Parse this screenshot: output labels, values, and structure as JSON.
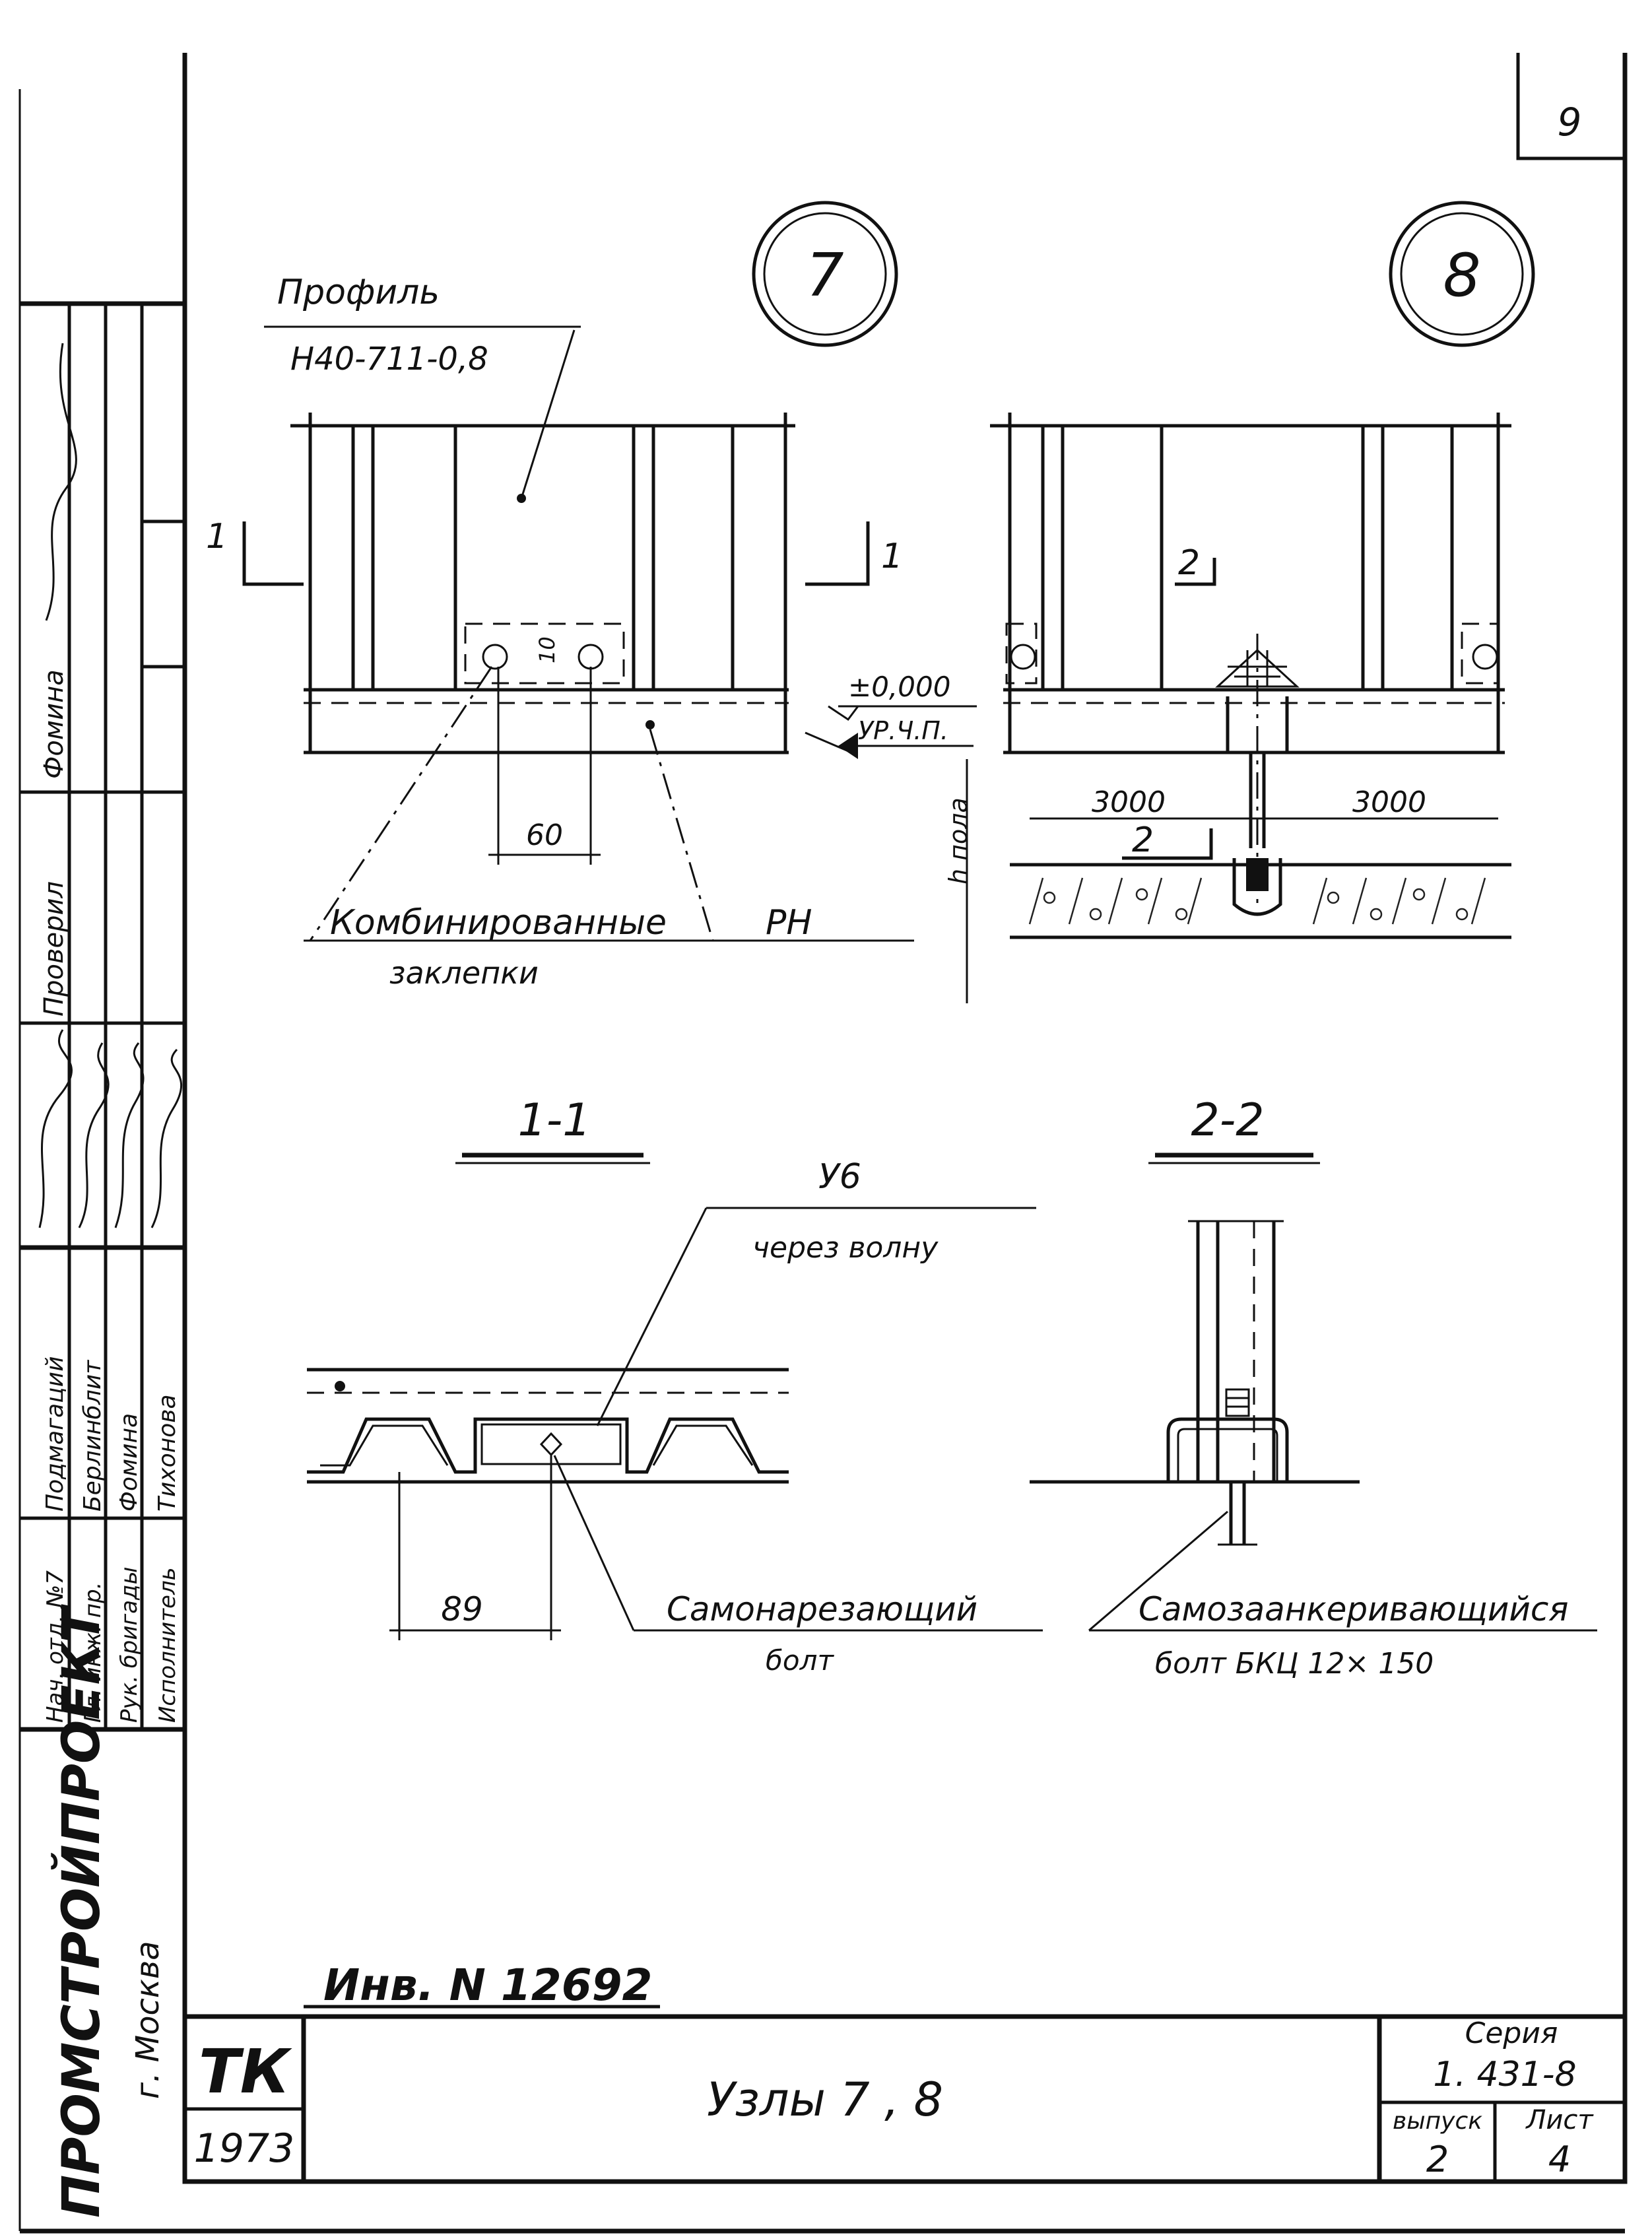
{
  "sheet": {
    "number": "9",
    "node_left": "7",
    "node_right": "8",
    "profile_label": "Профиль",
    "profile_code": "Н40-711-0,8",
    "section_mark": "1",
    "section_mark_2": "2",
    "dim_10": "10",
    "dim_60": "60",
    "dim_89": "89",
    "dim_3000_left": "3000",
    "dim_3000_right": "3000",
    "level_zero": "±0,000",
    "level_floor": "УР.Ч.П.",
    "h_floor": "h пола",
    "rivets_line1": "Комбинированные",
    "rivets_line2": "заклепки",
    "rh_label": "РН",
    "section_1_title": "1-1",
    "section_2_title": "2-2",
    "u6_label": "У6",
    "u6_note": "через волну",
    "self_tap_line1": "Самонарезающий",
    "self_tap_line2": "болт",
    "anchor_line1": "Самозаанкеривающийся",
    "anchor_line2": "болт БКЦ 12× 150",
    "inventory": "Инв. N 12692"
  },
  "title_block": {
    "tk": "ТК",
    "year": "1973",
    "title": "Узлы 7 , 8",
    "series_label": "Серия",
    "series_value": "1. 431-8",
    "issue_label": "выпуск",
    "sheet_label": "Лист",
    "issue_value": "2",
    "sheet_value": "4"
  },
  "side_stamp": {
    "organization": "ПРОМСТРОЙПРОЕКТ",
    "city": "г. Москва",
    "roles": [
      "Нач. отд. №7",
      "Гл. инж. пр.",
      "Рук. бригады",
      "Исполнитель"
    ],
    "names": [
      "Подмагаций",
      "Берлинблит",
      "Фомина",
      "Тихонова"
    ],
    "check_role": "Проверил",
    "check_name": "Фомина"
  },
  "colors": {
    "ink": "#111111",
    "paper": "#ffffff"
  }
}
